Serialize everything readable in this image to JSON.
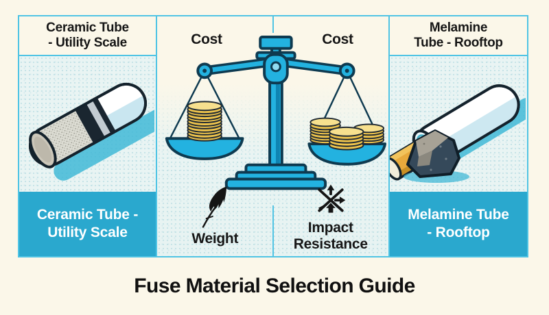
{
  "colors": {
    "page_bg": "#FBF7E9",
    "panel_bg": "#E9F4F3",
    "band_teal": "#2AA8CE",
    "border_cyan": "#4FC4E4",
    "scale_blue": "#23B2E0",
    "outline_navy": "#0E3A50",
    "coin_gold": "#EFC44C",
    "text_dark": "#161616",
    "text_white": "#FFFFFF"
  },
  "left_panel": {
    "header_line1": "Ceramic Tube",
    "header_line2": "- Utility Scale",
    "illustration": "ceramic-fuse-tube-illustration",
    "band_line1": "Ceramic Tube -",
    "band_line2": "Utility Scale"
  },
  "center_panel": {
    "left_pan_label": "Cost",
    "right_pan_label": "Cost",
    "scale_icon": "balance-scale-with-coins-icon",
    "weight": {
      "icon": "feather-icon",
      "label": "Weight"
    },
    "impact": {
      "icon": "impact-arrows-icon",
      "label_line1": "Impact",
      "label_line2": "Resistance"
    }
  },
  "right_panel": {
    "header_line1": "Melamine",
    "header_line2": "Tube - Rooftop",
    "illustration": "melamine-tube-and-rock-illustration",
    "band_line1": "Melamine Tube",
    "band_line2": "- Rooftop"
  },
  "footer": {
    "title": "Fuse Material Selection Guide"
  }
}
